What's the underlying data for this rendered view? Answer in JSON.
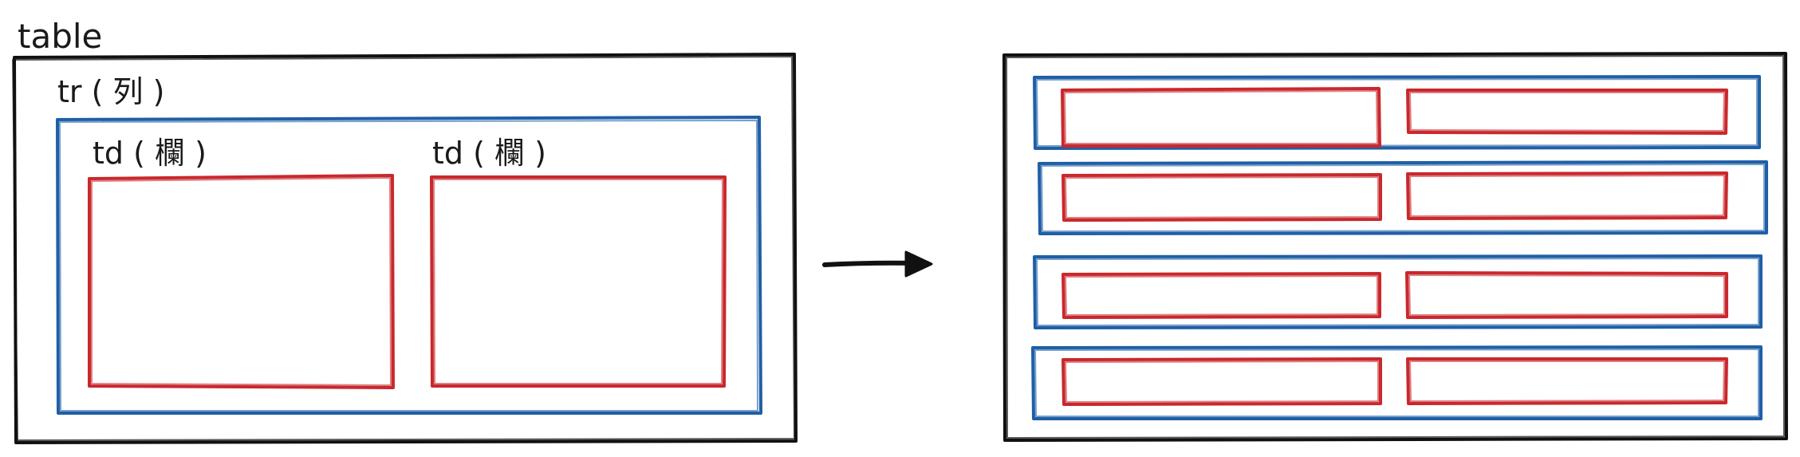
{
  "labels": {
    "table": "table",
    "tr": "tr ( 列 )",
    "td_left": "td ( 欄 )",
    "td_right": "td ( 欄 )"
  },
  "colors": {
    "table_border": "#111111",
    "tr_border": "#1f5fa6",
    "td_border": "#c9282d",
    "arrow": "#111111"
  },
  "right_table": {
    "row_count": 4,
    "cells_per_row": 2
  }
}
